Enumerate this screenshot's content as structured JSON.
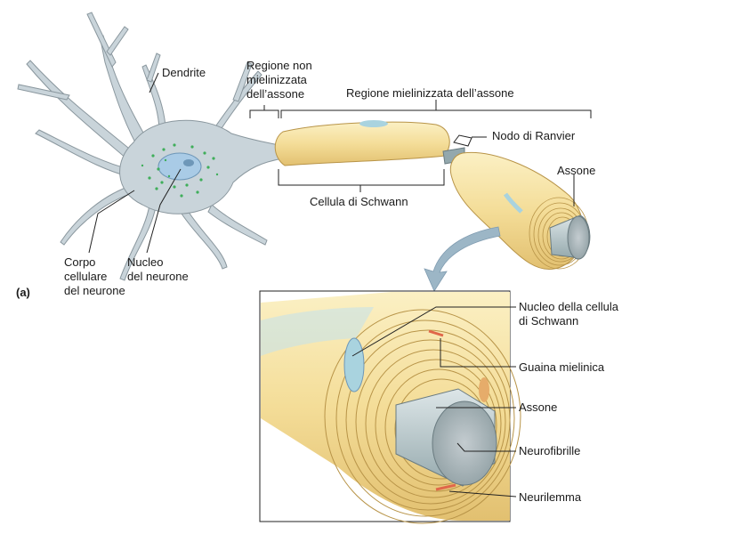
{
  "panel_label": "(a)",
  "labels": {
    "dendrite": "Dendrite",
    "unmyelinated_1": "Regione non",
    "unmyelinated_2": "mielinizzata",
    "unmyelinated_3": "dell’assone",
    "myelinated": "Regione mielinizzata dell’assone",
    "ranvier": "Nodo di Ranvier",
    "axon_top": "Assone",
    "schwann_cell": "Cellula di Schwann",
    "cell_body_1": "Corpo",
    "cell_body_2": "cellulare",
    "cell_body_3": "del neurone",
    "nucleus_1": "Nucleo",
    "nucleus_2": "del neurone",
    "schwann_nucleus_1": "Nucleo della cellula",
    "schwann_nucleus_2": "di Schwann",
    "myelin_sheath": "Guaina mielinica",
    "axon_detail": "Assone",
    "neurofibrils": "Neurofibrille",
    "neurilemma": "Neurilemma"
  },
  "colors": {
    "cell_body": "#c9d4da",
    "nucleus": "#a9cbe6",
    "myelin": "#f4e2a6",
    "myelin_edge": "#b89448",
    "axon": "#b9c9cc",
    "arrow": "#9cb6c6"
  }
}
